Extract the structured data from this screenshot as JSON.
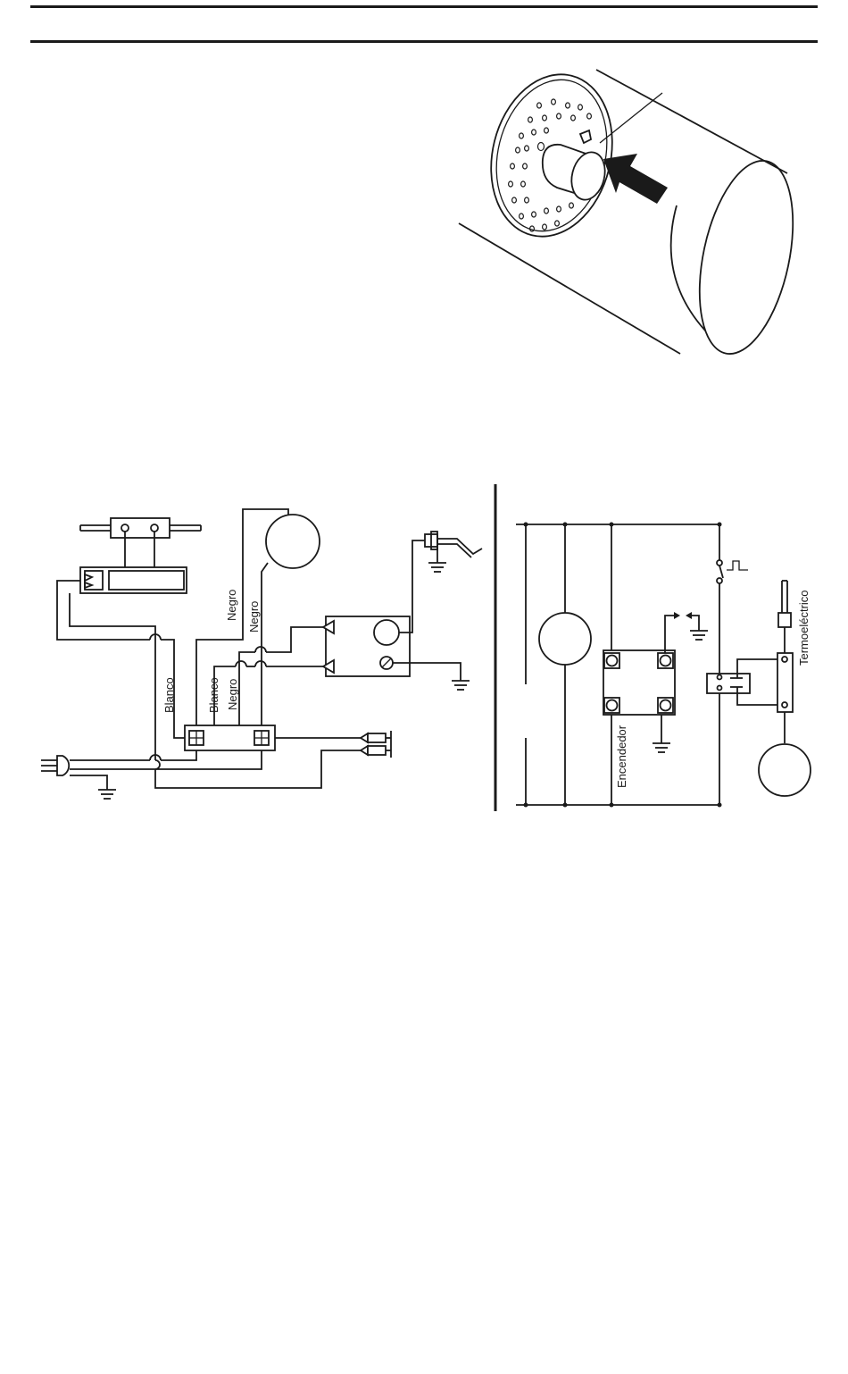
{
  "wiring": {
    "labels": {
      "negro_1": "Negro",
      "negro_2": "Negro",
      "negro_3": "Negro",
      "blanco_1": "Blanco",
      "blanco_2": "Blanco"
    }
  },
  "ladder": {
    "labels": {
      "encendedor": "Encendedor",
      "termoelectrico": "Termoeléctrico"
    }
  },
  "colors": {
    "line": "#1a1a1a",
    "background": "#ffffff"
  }
}
